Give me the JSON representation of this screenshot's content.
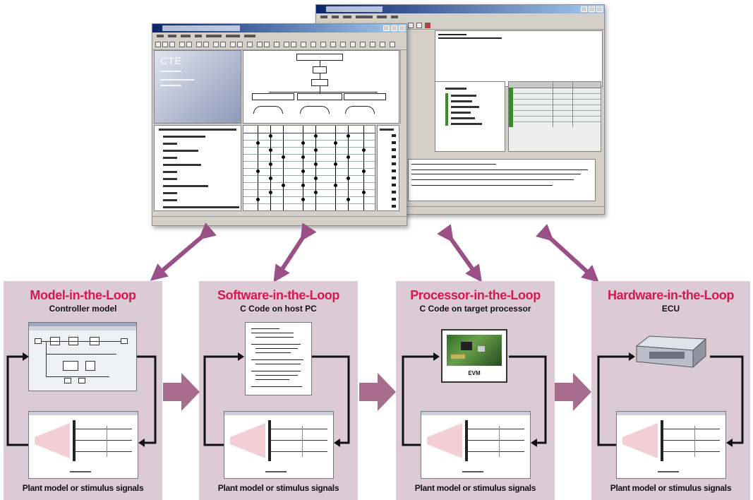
{
  "colors": {
    "panel_bg": "#dccad5",
    "title_red": "#d5184d",
    "arrow_purple": "#9a4f86",
    "chevron_mauve": "#a86c8f"
  },
  "top": {
    "left_window": {
      "logo_text": "CTE"
    }
  },
  "panels": [
    {
      "title": "Model-in-the-Loop",
      "subtitle": "Controller model",
      "bottom": "Plant model or stimulus signals",
      "icon": "controller-model-diagram"
    },
    {
      "title": "Software-in-the-Loop",
      "subtitle": "C Code on host PC",
      "bottom": "Plant model or stimulus signals",
      "icon": "c-code-listing"
    },
    {
      "title": "Processor-in-the-Loop",
      "subtitle": "C Code on target processor",
      "bottom": "Plant model or stimulus signals",
      "icon": "evaluation-board",
      "board_label": "EVM"
    },
    {
      "title": "Hardware-in-the-Loop",
      "subtitle": "ECU",
      "bottom": "Plant model or stimulus signals",
      "icon": "ecu-box"
    }
  ],
  "icons": {
    "bidirectional_arrow": "double-headed-arrow-icon",
    "flow_arrow": "chevron-right-arrow-icon",
    "feedback_loop": "feedback-loop-arrow-icon"
  }
}
